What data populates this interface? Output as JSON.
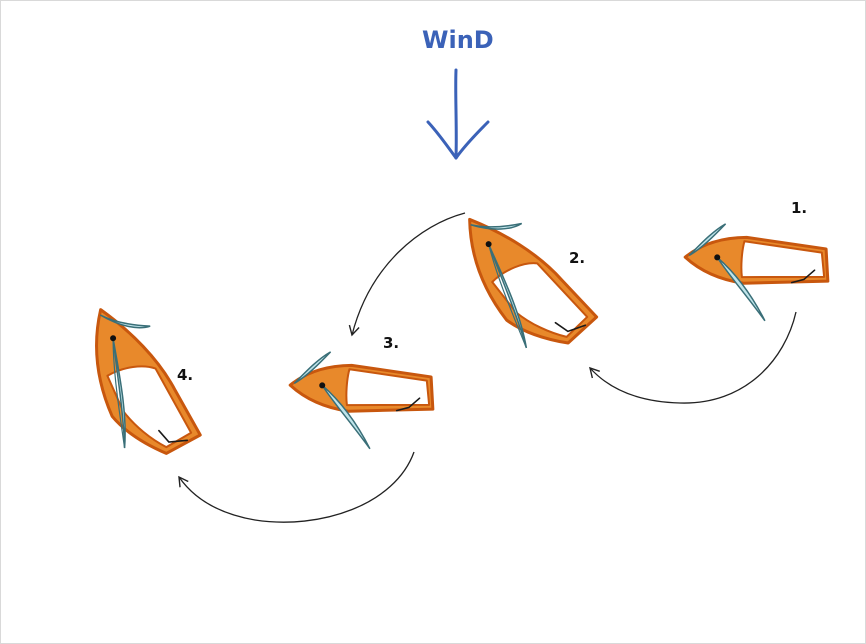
{
  "wind": {
    "label": "WinD",
    "color": "#3b62b8"
  },
  "steps": [
    {
      "label": "1."
    },
    {
      "label": "2."
    },
    {
      "label": "3."
    },
    {
      "label": "4."
    }
  ],
  "colors": {
    "hull": "#e8892b",
    "hull_outline": "#c8570e",
    "sail": "#bfe4ea",
    "sail_outline": "#3a6f78",
    "arrow": "#222222"
  }
}
